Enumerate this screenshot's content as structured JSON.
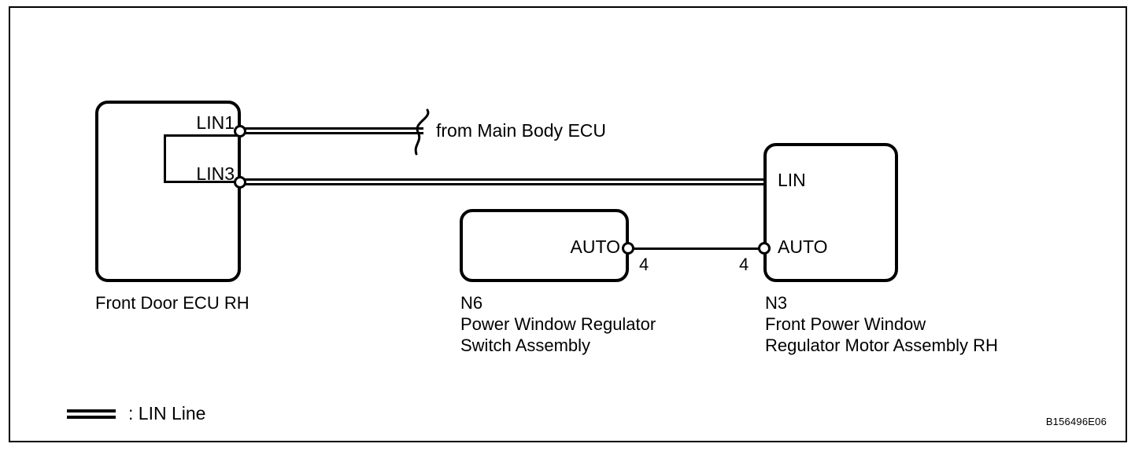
{
  "figure": {
    "code": "B156496E06",
    "from_label": "from Main Body ECU"
  },
  "components": {
    "front_door_ecu": {
      "caption": "Front Door ECU RH",
      "terminals": [
        {
          "name": "LIN1"
        },
        {
          "name": "LIN3"
        }
      ]
    },
    "pw_switch": {
      "code": "N6",
      "caption_line1": "Power Window Regulator",
      "caption_line2": "Switch Assembly",
      "terminals": [
        {
          "name": "AUTO",
          "gauge": "4"
        }
      ]
    },
    "pw_motor": {
      "code": "N3",
      "caption_line1": "Front Power Window",
      "caption_line2": "Regulator Motor Assembly RH",
      "terminals": [
        {
          "name": "LIN"
        },
        {
          "name": "AUTO",
          "gauge": "4"
        }
      ]
    }
  },
  "legend": {
    "text": ": LIN Line",
    "symbol": "lin-line-swatch"
  },
  "colors": {
    "line": "#000000",
    "background": "#ffffff"
  }
}
